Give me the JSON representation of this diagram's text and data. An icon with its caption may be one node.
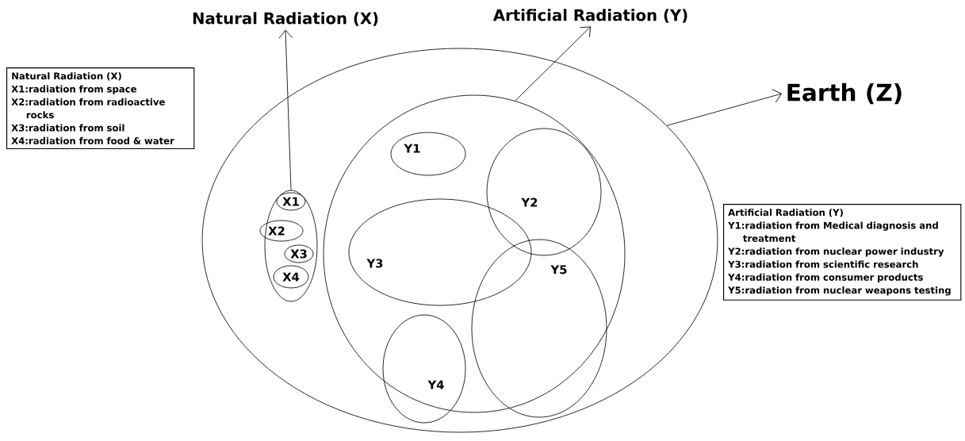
{
  "diagram": {
    "nodes": [
      {
        "text": [
          "Natural Radiation (X)"
        ]
      },
      {
        "text": [
          "Artificial Radiation (Y)"
        ]
      },
      {
        "text": [
          "Earth (Z)"
        ]
      },
      {
        "text": [
          "Natural Radiation (X)",
          "X1:radiation from space",
          "X2:radiation from radioactive rocks",
          "X3:radiation from soil",
          "X4:radiation from food & water"
        ]
      },
      {
        "text": [],
        "shape": "circle"
      },
      {
        "text": [],
        "shape": "circle",
        "in": 4
      },
      {
        "text": [
          "X1"
        ],
        "in": 5
      },
      {
        "text": [
          "X2"
        ],
        "in": 5
      },
      {
        "text": [
          "X3"
        ],
        "in": 5
      },
      {
        "text": [
          "X4"
        ],
        "in": 5
      },
      {
        "text": [],
        "shape": "circle",
        "in": 4
      },
      {
        "text": [
          "Y1"
        ],
        "in": 10
      },
      {
        "text": [
          "Y2"
        ],
        "in": 10
      },
      {
        "text": [
          "Y3"
        ],
        "in": 10
      },
      {
        "text": [
          "Y4"
        ],
        "in": 10
      },
      {
        "text": [
          "Y5"
        ],
        "in": 10
      },
      {
        "text": [
          "Artificial Radiation (Y)",
          "Y1:radiation from Medical diagnosis and treatment",
          "Y2:radiation from nuclear power industry",
          "Y3:radiation from scientific research",
          "Y4:radiation from consumer products",
          "Y5:radiation from nuclear weapons testing"
        ]
      }
    ],
    "edges": [
      {
        "from": 5,
        "to": 0,
        "arrow": "to"
      },
      {
        "from": 10,
        "to": 1,
        "arrow": "to"
      },
      {
        "from": 4,
        "to": 2,
        "arrow": "to"
      }
    ]
  }
}
